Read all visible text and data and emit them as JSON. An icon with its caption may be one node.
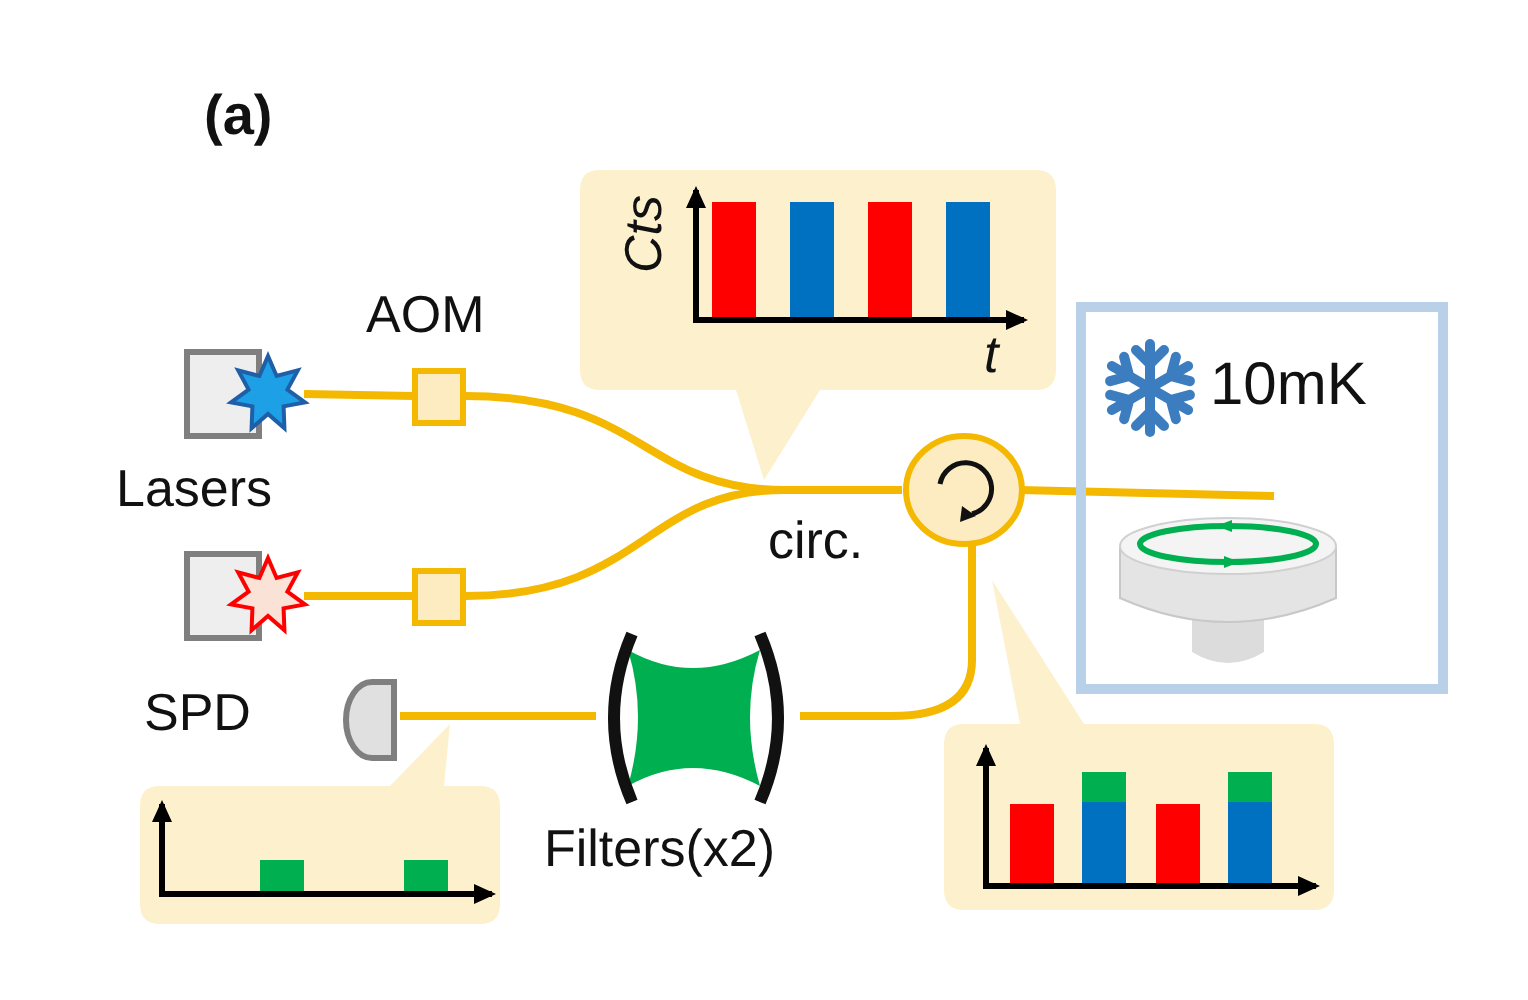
{
  "diagram": {
    "nodes": [
      {
        "text": [],
        "shape": "box"
      },
      {
        "text": [],
        "shape": "box"
      },
      {
        "text": [
          "AOM"
        ]
      },
      {
        "text": [],
        "shape": "box"
      },
      {
        "text": [
          "circ."
        ]
      },
      {
        "text": [
          "10mK"
        ]
      },
      {
        "text": [],
        "shape": "cylinder",
        "in": 5
      },
      {
        "text": [
          "Filters(x2)"
        ]
      },
      {
        "text": [
          "SPD"
        ]
      }
    ],
    "edges": [
      {
        "from": 0,
        "to": 2,
        "arrow": "none"
      },
      {
        "from": 1,
        "to": 3,
        "arrow": "none"
      },
      {
        "from": 2,
        "to": 4,
        "arrow": "none"
      },
      {
        "from": 3,
        "to": 4,
        "arrow": "none"
      },
      {
        "from": 4,
        "to": 6,
        "arrow": "none"
      },
      {
        "from": 4,
        "to": 7,
        "arrow": "none"
      },
      {
        "from": 7,
        "to": 8,
        "arrow": "none"
      }
    ],
    "labels": [
      "(a)",
      "Lasers",
      "Cts",
      "t"
    ]
  }
}
